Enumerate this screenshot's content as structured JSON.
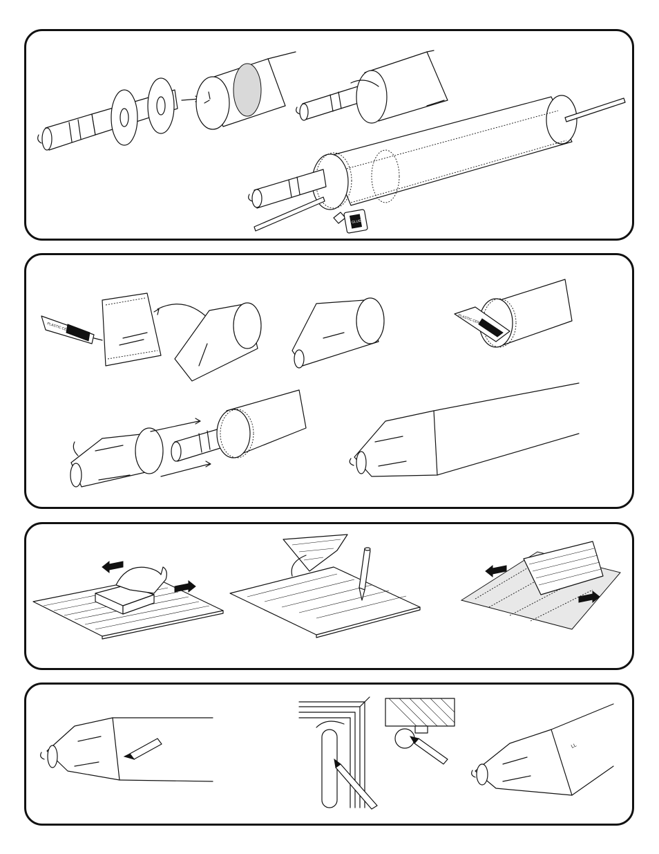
{
  "page": {
    "background": "#ffffff",
    "stroke_color": "#111111",
    "panel_count": 4
  },
  "labels": {
    "glue_bottle": "GLUE",
    "cement_tube_1": "PLASTIC CEMENT",
    "cement_tube_2": "PLASTIC CEMENT",
    "tube_mark": "LL"
  },
  "icons": [
    "engine-mount-icon",
    "centering-ring-icon",
    "body-tube-icon",
    "launch-lug-icon",
    "glue-bottle-icon",
    "cement-tube-icon",
    "nose-cone-icon",
    "sanding-block-icon",
    "hand-icon",
    "hobby-knife-icon",
    "fin-icon",
    "sandpaper-icon",
    "pencil-icon",
    "door-frame-icon"
  ]
}
